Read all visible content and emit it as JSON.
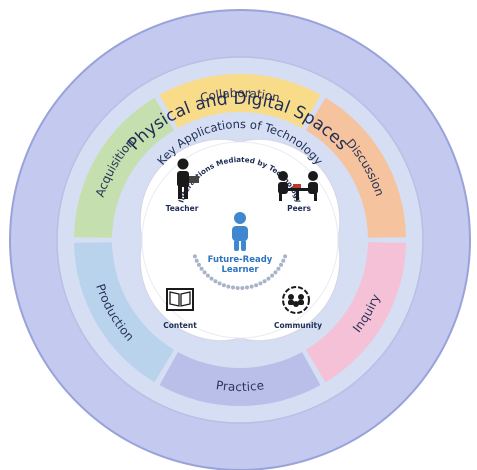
{
  "outer_ring": {
    "label": "Physical and Digital Spaces"
  },
  "middle_ring": {
    "label": "Key Applications of Technology"
  },
  "segments": [
    {
      "key": "collaboration",
      "label": "Collaboration",
      "color": "#f8dc8a"
    },
    {
      "key": "discussion",
      "label": "Discussion",
      "color": "#f5c39d"
    },
    {
      "key": "inquiry",
      "label": "Inquiry",
      "color": "#f4c1d6"
    },
    {
      "key": "practice",
      "label": "Practice",
      "color": "#b9bfe8"
    },
    {
      "key": "production",
      "label": "Production",
      "color": "#bad3ec"
    },
    {
      "key": "acquisition",
      "label": "Acquisition",
      "color": "#c6dfae"
    }
  ],
  "core": {
    "arc_label": "Interactions Mediated by Technology",
    "center_line1": "Future-Ready",
    "center_line2": "Learner",
    "nodes": {
      "teacher": "Teacher",
      "peers": "Peers",
      "content": "Content",
      "community": "Community"
    }
  },
  "colors": {
    "outer_ring": "#c3c9ef",
    "middle_ring": "#d6def3",
    "core_bg": "#ffffff",
    "learner": "#3f88cf",
    "dots": "#a9b3c9",
    "text": "#1f2d55"
  },
  "icons": {
    "teacher": "teacher-icon",
    "peers": "peers-icon",
    "content": "book-icon",
    "community": "community-icon",
    "learner": "learner-icon"
  }
}
